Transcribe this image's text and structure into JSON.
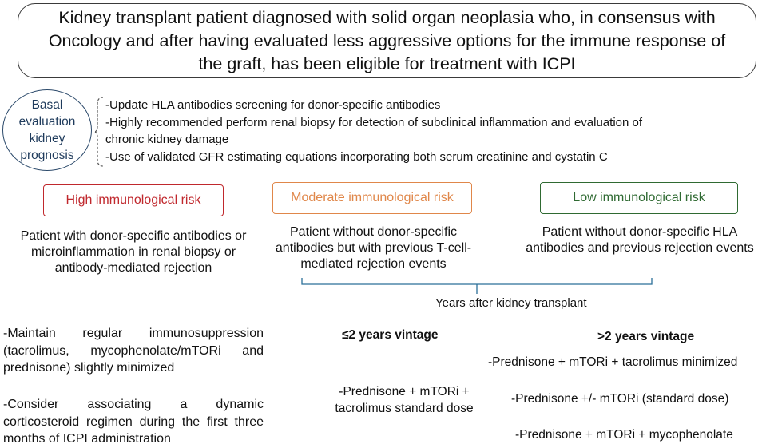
{
  "header": {
    "text": "Kidney transplant patient diagnosed with solid organ neoplasia who, in consensus with Oncology and after having evaluated less aggressive options for the immune response of the graft, has been eligible for treatment with ICPI"
  },
  "basal": {
    "label": "Basal\nevaluation\nkidney\nprognosis",
    "items": [
      "-Update HLA antibodies screening for  donor-specific antibodies",
      "-Highly recommended perform renal biopsy for detection of subclinical inflammation and evaluation of",
      "chronic kidney damage",
      "-Use of validated GFR estimating equations incorporating both serum creatinine and cystatin C"
    ]
  },
  "risks": {
    "high": {
      "title": "High immunological risk",
      "description": "Patient with donor-specific antibodies or microinflammation in renal biopsy or antibody-mediated rejection",
      "color": "#c0282d",
      "treatments": [
        "-Maintain regular immunosuppression (tacrolimus, mycophenolate/mTORi and prednisone) slightly minimized",
        "-Consider associating a dynamic corticosteroid regimen during the first three months of ICPI administration"
      ]
    },
    "moderate": {
      "title": "Moderate immunological risk",
      "description": "Patient without donor-specific antibodies but with previous T-cell-mediated  rejection events",
      "color": "#e0874a"
    },
    "low": {
      "title": "Low immunological risk",
      "description": "Patient without donor-specific HLA antibodies and previous rejection events",
      "color": "#2f6a32"
    }
  },
  "years": {
    "label": "Years after kidney transplant",
    "le2": {
      "title": "≤2 years vintage",
      "treatment": "-Prednisone + mTORi + tacrolimus standard dose"
    },
    "gt2": {
      "title": ">2 years vintage",
      "treatments": [
        "-Prednisone  + mTORi  + tacrolimus minimized",
        "-Prednisone  +/- mTORi  (standard dose)",
        "-Prednisone + mTORi + mycophenolate"
      ]
    }
  }
}
